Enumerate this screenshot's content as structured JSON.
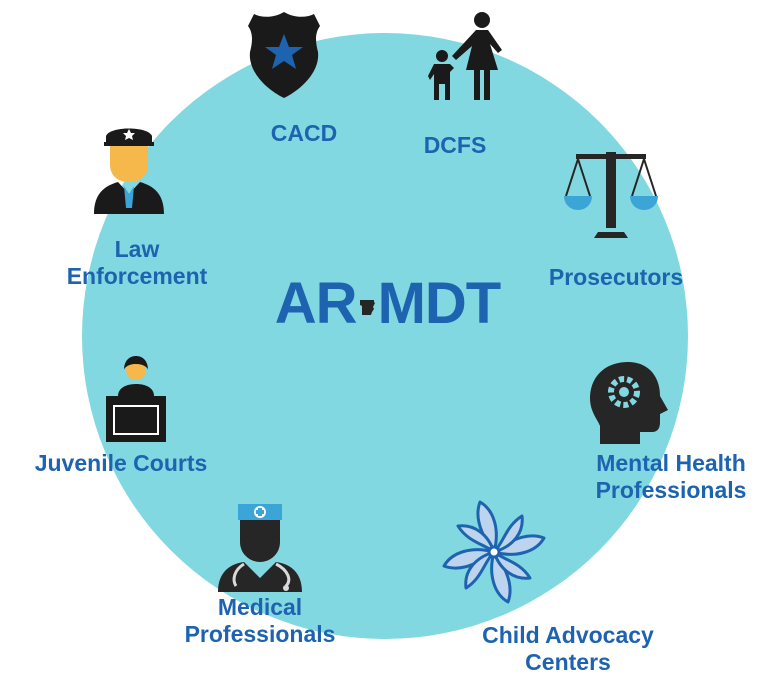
{
  "diagram": {
    "center": {
      "left": "AR",
      "right": "MDT"
    },
    "nodes": {
      "cacd": {
        "label_lines": [
          "CACD"
        ],
        "icon": "police-badge-star-icon"
      },
      "dcfs": {
        "label_lines": [
          "DCFS"
        ],
        "icon": "parent-and-child-icon"
      },
      "prosecutors": {
        "label_lines": [
          "Prosecutors"
        ],
        "icon": "scales-of-justice-icon"
      },
      "mental_health": {
        "label_lines": [
          "Mental Health",
          "Professionals"
        ],
        "icon": "head-with-gear-icon"
      },
      "cac": {
        "label_lines": [
          "Child Advocacy",
          "Centers"
        ],
        "icon": "pinwheel-icon"
      },
      "medical": {
        "label_lines": [
          "Medical",
          "Professionals"
        ],
        "icon": "nurse-icon"
      },
      "juvenile": {
        "label_lines": [
          "Juvenile Courts"
        ],
        "icon": "judge-at-bench-icon"
      },
      "law": {
        "label_lines": [
          "Law",
          "Enforcement"
        ],
        "icon": "police-officer-icon"
      }
    },
    "colors": {
      "circle": "#82d8e0",
      "text": "#1d63b0",
      "icon_dark": "#262626",
      "skin": "#f7b84b",
      "badge_star": "#1d63b0",
      "scale_pans": "#3ca5d8"
    }
  }
}
